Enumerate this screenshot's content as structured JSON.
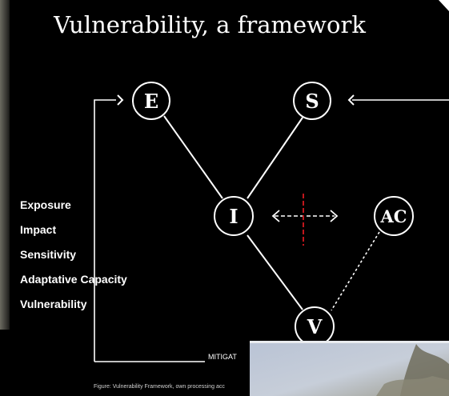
{
  "title": "Vulnerability, a framework",
  "nodes": {
    "E": "E",
    "S": "S",
    "I": "I",
    "AC": "AC",
    "V": "V"
  },
  "legend": [
    "Exposure",
    "Impact",
    "Sensitivity",
    "Adaptative Capacity",
    "Vulnerability"
  ],
  "bottom_label": "MITIGAT",
  "caption": "Figure: Vulnerability Framework, own processing acc",
  "colors": {
    "background": "#000000",
    "foreground": "#ffffff",
    "divider": "#c0161c"
  }
}
